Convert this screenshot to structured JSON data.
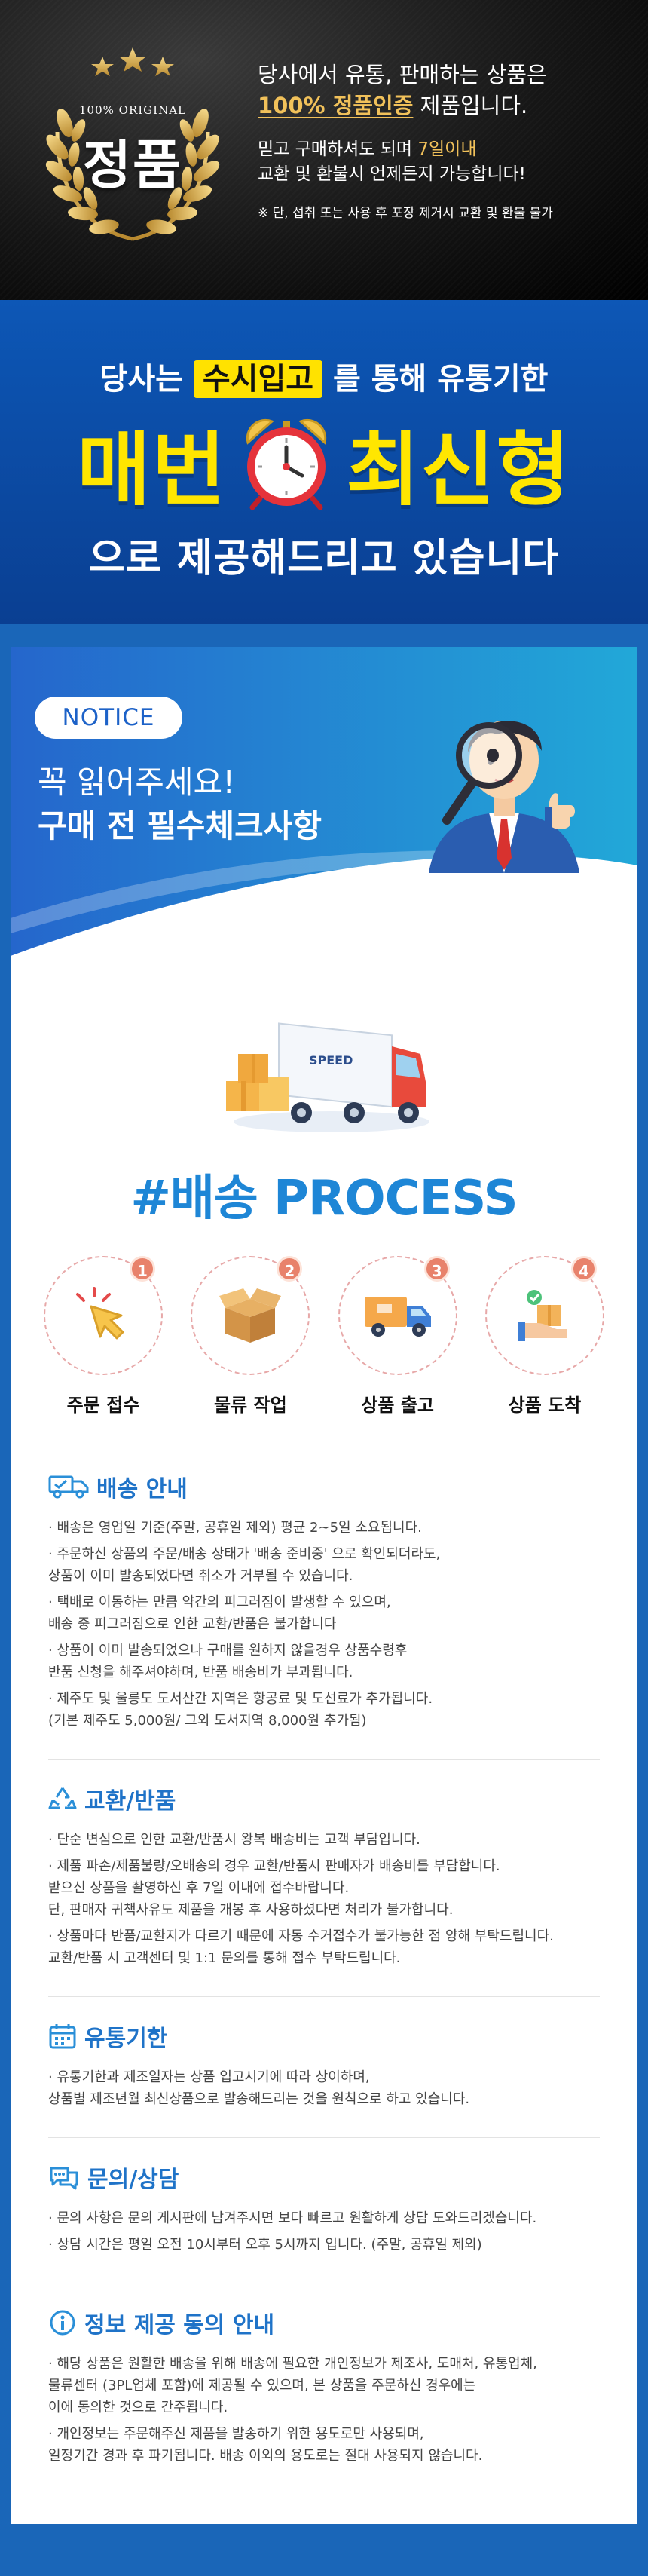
{
  "genuine": {
    "badge_top": "100% ORIGINAL",
    "badge_main": "정품",
    "line1": "당사에서 유통, 판매하는 상품은",
    "line2_highlight": "100% 정품인증",
    "line2_rest": " 제품입니다.",
    "line3_pre": "믿고 구매하셔도 되며 ",
    "line3_highlight": "7일이내",
    "line4": "교환 및 환불시 언제든지 가능합니다!",
    "note": "※ 단, 섭취 또는 사용 후 포장 제거시 교환 및 환불 불가"
  },
  "latest": {
    "line1_pre": "당사는 ",
    "line1_pill": "수시입고",
    "line1_post": " 를 통해 유통기한",
    "word_left": "매번",
    "word_right": "최신형",
    "line3": "으로 제공해드리고 있습니다"
  },
  "notice": {
    "pill": "NOTICE",
    "title1": "꼭 읽어주세요!",
    "title2": "구매 전 필수체크사항"
  },
  "process": {
    "title": "#배송 PROCESS",
    "steps": [
      {
        "num": "1",
        "label": "주문 접수"
      },
      {
        "num": "2",
        "label": "물류 작업"
      },
      {
        "num": "3",
        "label": "상품 출고"
      },
      {
        "num": "4",
        "label": "상품 도착"
      }
    ],
    "truck_text": "SPEED"
  },
  "sections": {
    "shipping": {
      "title": "배송 안내",
      "items": [
        [
          "· 배송은 영업일 기준(주말, 공휴일 제외) 평균 2~5일 소요됩니다."
        ],
        [
          "· 주문하신 상품의 주문/배송 상태가 '배송 준비중' 으로 확인되더라도,",
          "  상품이 이미 발송되었다면 취소가 거부될 수 있습니다."
        ],
        [
          "· 택배로 이동하는 만큼 약간의 피그러짐이 발생할 수 있으며,",
          "  배송 중 피그러짐으로 인한 교환/반품은 불가합니다"
        ],
        [
          "· 상품이 이미 발송되었으나 구매를 원하지 않을경우 상품수령후",
          "  반품 신청을 해주셔야하며, 반품 배송비가 부과됩니다."
        ],
        [
          "· 제주도 및 울릉도 도서산간 지역은 항공료 및 도선료가 추가됩니다.",
          "  (기본 제주도 5,000원/ 그외 도서지역 8,000원 추가됨)"
        ]
      ]
    },
    "exchange": {
      "title": "교환/반품",
      "items": [
        [
          "· 단순 변심으로 인한 교환/반품시 왕복 배송비는 고객 부담입니다."
        ],
        [
          "· 제품 파손/제품불량/오배송의 경우 교환/반품시 판매자가 배송비를 부담합니다.",
          "  받으신 상품을 촬영하신 후 7일 이내에 접수바랍니다.",
          "  단, 판매자 귀책사유도 제품을 개봉 후 사용하셨다면 처리가 불가합니다."
        ],
        [
          "· 상품마다 반품/교환지가 다르기 때문에 자동 수거접수가 불가능한 점 양해 부탁드립니다.",
          "  교환/반품 시 고객센터 및 1:1 문의를 통해 접수 부탁드립니다."
        ]
      ]
    },
    "expiry": {
      "title": "유통기한",
      "items": [
        [
          "· 유통기한과 제조일자는 상품 입고시기에 따라 상이하며,",
          "  상품별 제조년월 최신상품으로 발송해드리는 것을 원칙으로 하고 있습니다."
        ]
      ]
    },
    "inquiry": {
      "title": "문의/상담",
      "items": [
        [
          "· 문의 사항은 문의 게시판에 남겨주시면 보다 빠르고 원활하게 상담 도와드리겠습니다."
        ],
        [
          "· 상담 시간은 평일 오전 10시부터 오후 5시까지 입니다. (주말, 공휴일 제외)"
        ]
      ]
    },
    "privacy": {
      "title": "정보 제공 동의 안내",
      "items": [
        [
          "· 해당 상품은 원활한 배송을 위해 배송에 필요한 개인정보가 제조사, 도매처, 유통업체,",
          "  물류센터 (3PL업체 포함)에 제공될 수 있으며, 본 상품을 주문하신 경우에는",
          "  이에 동의한 것으로 간주됩니다."
        ],
        [
          "· 개인정보는 주문해주신 제품을 발송하기 위한 용도로만 사용되며,",
          "  일정기간 경과 후 파기됩니다. 배송 이외의 용도로는 절대 사용되지 않습니다."
        ]
      ]
    }
  },
  "colors": {
    "gold": "#f1c15a",
    "yellow": "#ffe600",
    "brand_blue": "#1f73c8",
    "process_blue": "#1e86d6",
    "step_orange": "#e8826b"
  },
  "icons": [
    "star-icon",
    "laurel-wreath-icon",
    "alarm-clock-icon",
    "magnifier-icon",
    "truck-icon",
    "box-icon",
    "pointer-hand-icon",
    "recycle-icon",
    "calendar-icon",
    "chat-icon",
    "info-icon"
  ]
}
